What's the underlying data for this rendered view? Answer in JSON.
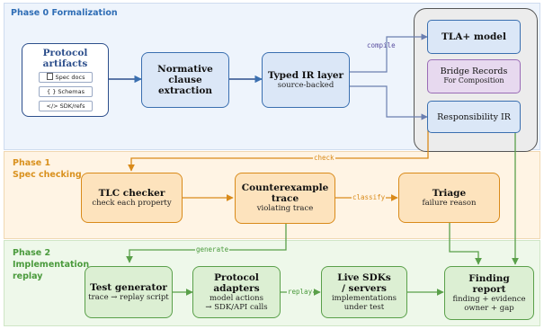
{
  "phases": {
    "p0": {
      "label": "Phase 0 Formalization",
      "color": "#2f6db5"
    },
    "p1": {
      "label": "Phase 1\nSpec checking",
      "color": "#d9911e"
    },
    "p2": {
      "label": "Phase 2\nImplementation\nreplay",
      "color": "#4a9a3c"
    }
  },
  "nodes": {
    "artifacts": {
      "title": "Protocol\nartifacts",
      "chips": [
        "Spec docs",
        "{ }  Schemas",
        "</>  SDK/refs"
      ],
      "icons": [
        "document-icon",
        "braces-icon",
        "code-icon"
      ]
    },
    "normative": {
      "title": "Normative clause\nextraction"
    },
    "typed_ir": {
      "title": "Typed IR layer",
      "sub": "source-backed"
    },
    "tla": {
      "title": "TLA+ model"
    },
    "bridge": {
      "title": "Bridge Records",
      "sub": "For Composition"
    },
    "resp_ir": {
      "title": "Responsibility IR"
    },
    "tlc": {
      "title": "TLC checker",
      "sub": "check each property"
    },
    "counterexample": {
      "title": "Counterexample\ntrace",
      "sub": "violating trace"
    },
    "triage": {
      "title": "Triage",
      "sub": "failure reason"
    },
    "test_gen": {
      "title": "Test generator",
      "sub": "trace → replay script"
    },
    "adapters": {
      "title": "Protocol\nadapters",
      "sub": "model actions\n→ SDK/API calls"
    },
    "live_sdks": {
      "title": "Live SDKs\n/ servers",
      "sub": "implementations\nunder test"
    },
    "finding": {
      "title": "Finding\nreport",
      "sub": "finding + evidence\nowner + gap"
    }
  },
  "edge_labels": {
    "compile": "compile",
    "check": "check",
    "classify": "classify",
    "generate": "generate",
    "replay": "replay"
  },
  "colors": {
    "blue_fill": "#dbe7f7",
    "blue_stroke": "#3a6fb0",
    "orange_fill": "#fde3bd",
    "orange_stroke": "#d98a1a",
    "green_fill": "#dcefd3",
    "green_stroke": "#5aa04a",
    "purple_fill": "#e7d9ef",
    "purple_stroke": "#9a6cb6"
  }
}
